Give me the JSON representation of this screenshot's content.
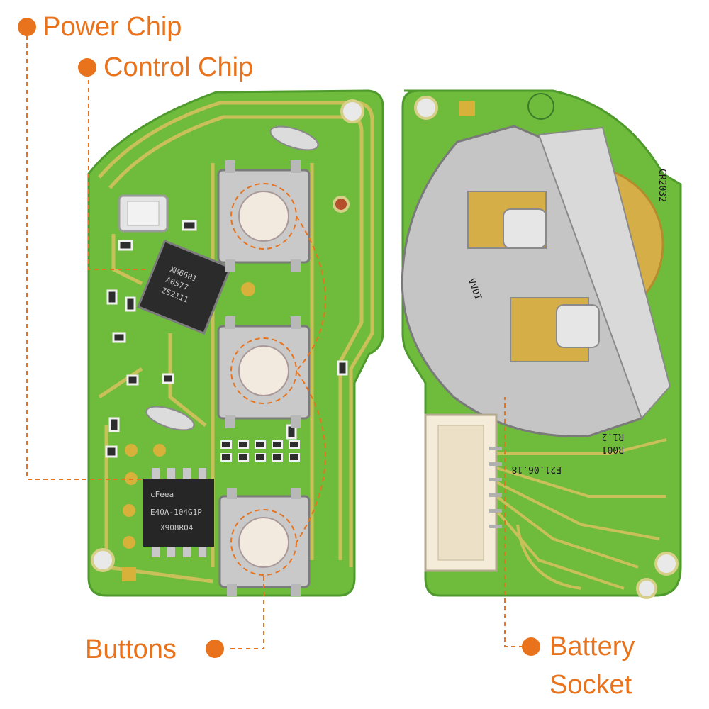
{
  "labels": {
    "power_chip": "Power Chip",
    "control_chip": "Control Chip",
    "buttons": "Buttons",
    "battery_socket_line1": "Battery",
    "battery_socket_line2": "Socket"
  },
  "chip_markings": {
    "control_chip": [
      "XM6601",
      "A0577",
      "ZS2111"
    ],
    "power_chip": [
      "cFeea",
      "E40A-104G1P",
      "X908R04"
    ]
  },
  "pcb_markings": {
    "battery_type": "CR2032",
    "battery_clip": "VVDI",
    "date_code": "E21.06.18",
    "revision": [
      "R001",
      "R1.2"
    ]
  },
  "colors": {
    "accent": "#e8731c",
    "pcb_green": "#6bb83a",
    "trace_yellow": "#c7bd52"
  }
}
